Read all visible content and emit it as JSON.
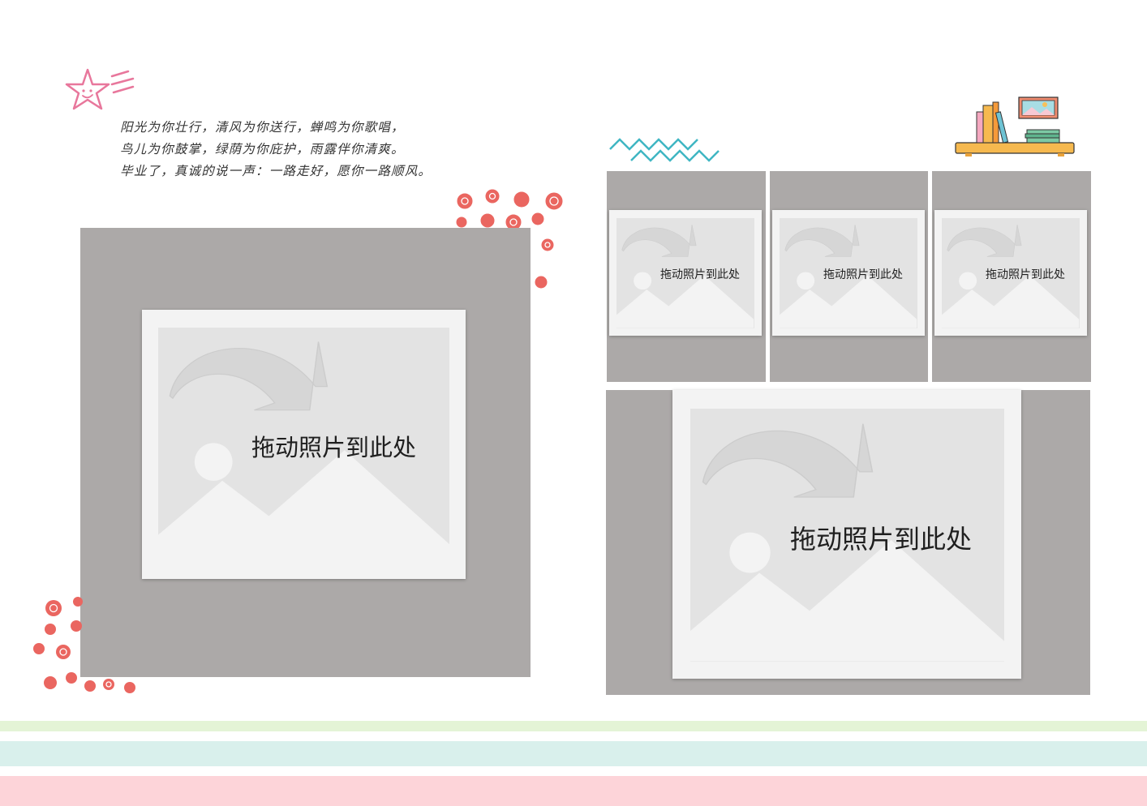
{
  "poem": {
    "lines": [
      "阳光为你壮行，清风为你送行，蝉鸣为你歌唱，",
      "鸟儿为你鼓掌，绿荫为你庇护，雨露伴你清爽。",
      "毕业了，真诚的说一声：一路走好，愿你一路顺风。"
    ]
  },
  "photos": {
    "main_left_label": "拖动照片到此处",
    "small_1_label": "拖动照片到此处",
    "small_2_label": "拖动照片到此处",
    "small_3_label": "拖动照片到此处",
    "main_right_label": "拖动照片到此处"
  },
  "decor": {
    "star_icon": "doodle-star-icon",
    "dots_color": "#ea6660",
    "zigzag_color": "#3fb6c3",
    "bookshelf_icon": "bookshelf-icon"
  },
  "colors": {
    "frame_gray": "#aca9a8",
    "stripe_green": "#e4f4d6",
    "stripe_teal": "#d9f0ec",
    "stripe_pink": "#fdd4d9"
  }
}
